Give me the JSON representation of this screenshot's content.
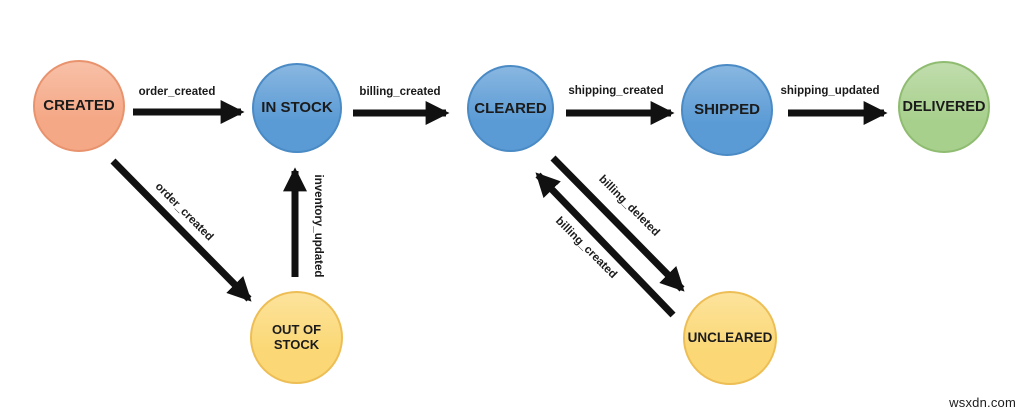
{
  "diagram": {
    "type": "state-machine",
    "description": "Order lifecycle state diagram"
  },
  "nodes": [
    {
      "id": "created",
      "label": "CREATED",
      "fill": "#F5A886",
      "border": "#E8936E"
    },
    {
      "id": "in_stock",
      "label": "IN STOCK",
      "fill": "#5B9BD5",
      "border": "#4A8AC5"
    },
    {
      "id": "cleared",
      "label": "CLEARED",
      "fill": "#5B9BD5",
      "border": "#4A8AC5"
    },
    {
      "id": "shipped",
      "label": "SHIPPED",
      "fill": "#5B9BD5",
      "border": "#4A8AC5"
    },
    {
      "id": "delivered",
      "label": "DELIVERED",
      "fill": "#A8D08D",
      "border": "#8FBC71"
    },
    {
      "id": "out_of_stock",
      "label": "OUT OF STOCK",
      "fill": "#FBD875",
      "border": "#EDBE55"
    },
    {
      "id": "uncleared",
      "label": "UNCLEARED",
      "fill": "#FBD875",
      "border": "#EDBE55"
    }
  ],
  "edges": [
    {
      "label": "order_created",
      "from": "CREATED",
      "to": "IN STOCK"
    },
    {
      "label": "billing_created",
      "from": "IN STOCK",
      "to": "CLEARED"
    },
    {
      "label": "shipping_created",
      "from": "CLEARED",
      "to": "SHIPPED"
    },
    {
      "label": "shipping_updated",
      "from": "SHIPPED",
      "to": "DELIVERED"
    },
    {
      "label": "order_created",
      "from": "CREATED",
      "to": "OUT OF STOCK"
    },
    {
      "label": "inventory_updated",
      "from": "OUT OF STOCK",
      "to": "IN STOCK"
    },
    {
      "label": "billing_deleted",
      "from": "CLEARED",
      "to": "UNCLEARED"
    },
    {
      "label": "billing_created",
      "from": "UNCLEARED",
      "to": "CLEARED"
    }
  ],
  "watermark": "wsxdn.com",
  "colors": {
    "background": "#FFFFFF",
    "arrow": "#111111",
    "label_text": "#1A1A1A"
  }
}
